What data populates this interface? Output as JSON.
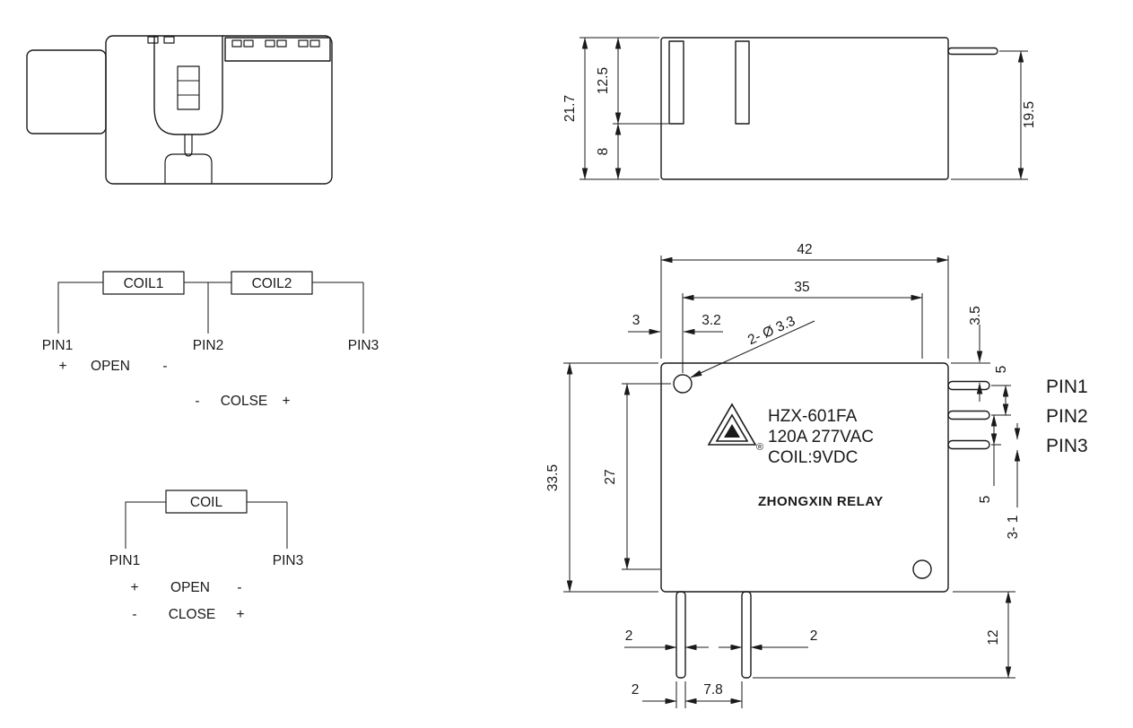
{
  "side_view": {
    "dim_total_height": "21.7",
    "dim_upper_section": "12.5",
    "dim_lower_section": "8",
    "dim_pin_height": "19.5"
  },
  "schematic_dual": {
    "coil1": "COIL1",
    "coil2": "COIL2",
    "pin1": "PIN1",
    "pin2": "PIN2",
    "pin3": "PIN3",
    "open_plus": "+",
    "open_label": "OPEN",
    "open_minus": "-",
    "close_minus": "-",
    "close_label": "COLSE",
    "close_plus": "+"
  },
  "schematic_single": {
    "coil": "COIL",
    "pin1": "PIN1",
    "pin3": "PIN3",
    "open_plus": "+",
    "open_label": "OPEN",
    "open_minus": "-",
    "close_minus": "-",
    "close_label": "CLOSE",
    "close_plus": "+"
  },
  "top_view": {
    "dim_width": "42",
    "dim_hole_span": "35",
    "dim_hole_offset_x": "3.2",
    "dim_hole_offset_y": "3",
    "dim_holes_callout": "2- Ø 3.3",
    "dim_pin_top_offset": "3.5",
    "dim_pin_pitch_upper": "5",
    "dim_pin_pitch_lower": "5",
    "dim_pin_section": "3- 1",
    "dim_height": "33.5",
    "dim_hole_span_y": "27",
    "dim_bottom_pin_length": "12",
    "dim_left_pin_width": "2",
    "dim_right_pin_width": "2",
    "dim_bottom_pin_width": "2",
    "dim_bottom_pin_pitch": "7.8",
    "pin1": "PIN1",
    "pin2": "PIN2",
    "pin3": "PIN3",
    "nameplate": {
      "model": "HZX-601FA",
      "rating": "120A 277VAC",
      "coil": "COIL:9VDC",
      "brand": "ZHONGXIN RELAY",
      "registered": "®"
    }
  }
}
